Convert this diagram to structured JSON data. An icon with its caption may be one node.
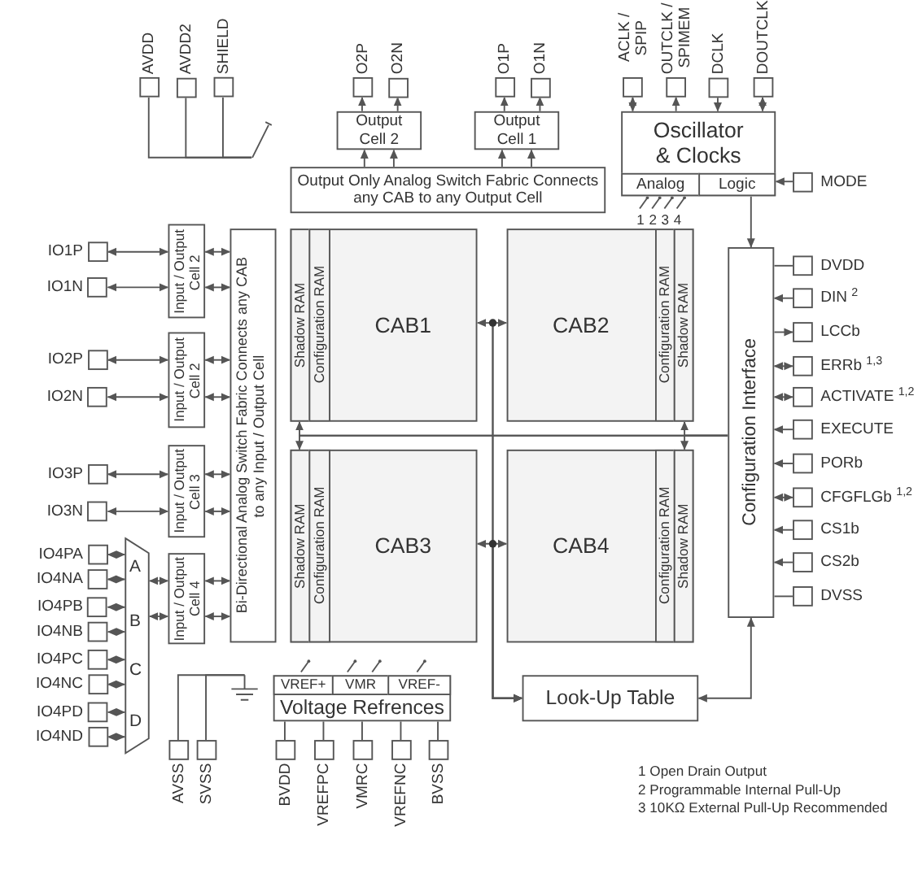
{
  "diagram": {
    "nodes": [
      {
        "text": [
          "AVDD"
        ]
      },
      {
        "text": [
          "AVDD2"
        ]
      },
      {
        "text": [
          "SHIELD"
        ]
      },
      {
        "text": [],
        "shape": "switch"
      },
      {
        "text": [
          "O2P"
        ]
      },
      {
        "text": [
          "O2N"
        ]
      },
      {
        "text": [
          "O1P"
        ]
      },
      {
        "text": [
          "O1N"
        ]
      },
      {
        "text": [
          "ACLK / SPIP"
        ]
      },
      {
        "text": [
          "OUTCLK / SPIMEM"
        ]
      },
      {
        "text": [
          "DCLK"
        ]
      },
      {
        "text": [
          "DOUTCLK"
        ]
      },
      {
        "text": [
          "Output Cell 2"
        ]
      },
      {
        "text": [
          "Output Cell 1"
        ]
      },
      {
        "text": [
          "Oscillator & Clocks"
        ]
      },
      {
        "text": [
          "Analog"
        ],
        "in": 14
      },
      {
        "text": [
          "Logic"
        ],
        "in": 14
      },
      {
        "text": [
          "MODE"
        ]
      },
      {
        "text": [
          "Output Only Analog Switch Fabric Connects any CAB to any Output Cell"
        ]
      },
      {
        "text": [
          "IO1P"
        ]
      },
      {
        "text": [
          "IO1N"
        ]
      },
      {
        "text": [
          "Input / Output Cell 2"
        ]
      },
      {
        "text": [
          "IO2P"
        ]
      },
      {
        "text": [
          "IO2N"
        ]
      },
      {
        "text": [
          "Input / Output Cell 2"
        ]
      },
      {
        "text": [
          "IO3P"
        ]
      },
      {
        "text": [
          "IO3N"
        ]
      },
      {
        "text": [
          "Input / Output Cell 3"
        ]
      },
      {
        "text": [
          "IO4PA"
        ]
      },
      {
        "text": [
          "IO4NA"
        ]
      },
      {
        "text": [
          "IO4PB"
        ]
      },
      {
        "text": [
          "IO4NB"
        ]
      },
      {
        "text": [
          "IO4PC"
        ]
      },
      {
        "text": [
          "IO4NC"
        ]
      },
      {
        "text": [
          "IO4PD"
        ]
      },
      {
        "text": [
          "IO4ND"
        ]
      },
      {
        "text": [
          "A",
          "B",
          "C",
          "D"
        ]
      },
      {
        "text": [
          "Input / Output Cell 4"
        ]
      },
      {
        "text": [
          "Bi-Directional Analog Switch Fabric Connects any CAB to any Input / Output Cell"
        ]
      },
      {
        "text": [
          "CAB1"
        ]
      },
      {
        "text": [
          "Shadow RAM"
        ],
        "in": 39
      },
      {
        "text": [
          "Configuration RAM"
        ],
        "in": 39
      },
      {
        "text": [
          "CAB2"
        ]
      },
      {
        "text": [
          "Configuration RAM"
        ],
        "in": 42
      },
      {
        "text": [
          "Shadow RAM"
        ],
        "in": 42
      },
      {
        "text": [
          "CAB3"
        ]
      },
      {
        "text": [
          "Shadow RAM"
        ],
        "in": 45
      },
      {
        "text": [
          "Configuration RAM"
        ],
        "in": 45
      },
      {
        "text": [
          "CAB4"
        ]
      },
      {
        "text": [
          "Configuration RAM"
        ],
        "in": 48
      },
      {
        "text": [
          "Shadow RAM"
        ],
        "in": 48
      },
      {
        "text": [
          "Configuration Interface"
        ]
      },
      {
        "text": [
          "DVDD"
        ]
      },
      {
        "text": [
          "DIN $^{2}$"
        ]
      },
      {
        "text": [
          "LCCb"
        ]
      },
      {
        "text": [
          "ERRb $^{1,3}$"
        ]
      },
      {
        "text": [
          "ACTIVATE $^{1,2}$"
        ]
      },
      {
        "text": [
          "EXECUTE"
        ]
      },
      {
        "text": [
          "PORb"
        ]
      },
      {
        "text": [
          "CFGFLGb $^{1,2}$"
        ]
      },
      {
        "text": [
          "CS1b"
        ]
      },
      {
        "text": [
          "CS2b"
        ]
      },
      {
        "text": [
          "DVSS"
        ]
      },
      {
        "text": [],
        "shape": "ground"
      },
      {
        "text": [
          "AVSS"
        ]
      },
      {
        "text": [
          "SVSS"
        ]
      },
      {
        "text": [
          "Voltage Refrences"
        ]
      },
      {
        "text": [
          "VREF+"
        ],
        "in": 66
      },
      {
        "text": [
          "VMR"
        ],
        "in": 66
      },
      {
        "text": [
          "VREF-"
        ],
        "in": 66
      },
      {
        "text": [
          "BVDD"
        ]
      },
      {
        "text": [
          "VREFPC"
        ]
      },
      {
        "text": [
          "VMRC"
        ]
      },
      {
        "text": [
          "VREFNC"
        ]
      },
      {
        "text": [
          "BVSS"
        ]
      },
      {
        "text": [
          "Look-Up Table"
        ]
      }
    ],
    "edges": [
      {
        "from": 0,
        "to": 3,
        "arrow": "none"
      },
      {
        "from": 1,
        "to": 3,
        "arrow": "none"
      },
      {
        "from": 2,
        "to": 3,
        "arrow": "none"
      },
      {
        "from": 12,
        "to": 4,
        "arrow": "to"
      },
      {
        "from": 12,
        "to": 5,
        "arrow": "to"
      },
      {
        "from": 13,
        "to": 6,
        "arrow": "to"
      },
      {
        "from": 13,
        "to": 7,
        "arrow": "to"
      },
      {
        "from": 18,
        "to": 12,
        "arrow": "to"
      },
      {
        "from": 18,
        "to": 12,
        "arrow": "to"
      },
      {
        "from": 18,
        "to": 13,
        "arrow": "to"
      },
      {
        "from": 18,
        "to": 13,
        "arrow": "to"
      },
      {
        "from": 8,
        "to": 14,
        "arrow": "both"
      },
      {
        "from": 14,
        "to": 9,
        "arrow": "to"
      },
      {
        "from": 10,
        "to": 14,
        "arrow": "to"
      },
      {
        "from": 11,
        "to": 14,
        "arrow": "both"
      },
      {
        "from": 17,
        "to": 16,
        "arrow": "to"
      },
      {
        "from": 16,
        "to": 51,
        "arrow": "to"
      },
      {
        "from": 19,
        "to": 21,
        "arrow": "both"
      },
      {
        "from": 20,
        "to": 21,
        "arrow": "both"
      },
      {
        "from": 21,
        "to": 38,
        "arrow": "both"
      },
      {
        "from": 21,
        "to": 38,
        "arrow": "both"
      },
      {
        "from": 22,
        "to": 24,
        "arrow": "both"
      },
      {
        "from": 23,
        "to": 24,
        "arrow": "both"
      },
      {
        "from": 24,
        "to": 38,
        "arrow": "both"
      },
      {
        "from": 24,
        "to": 38,
        "arrow": "both"
      },
      {
        "from": 25,
        "to": 27,
        "arrow": "both"
      },
      {
        "from": 26,
        "to": 27,
        "arrow": "both"
      },
      {
        "from": 27,
        "to": 38,
        "arrow": "both"
      },
      {
        "from": 27,
        "to": 38,
        "arrow": "both"
      },
      {
        "from": 28,
        "to": 36,
        "arrow": "both"
      },
      {
        "from": 29,
        "to": 36,
        "arrow": "both"
      },
      {
        "from": 30,
        "to": 36,
        "arrow": "both"
      },
      {
        "from": 31,
        "to": 36,
        "arrow": "both"
      },
      {
        "from": 32,
        "to": 36,
        "arrow": "both"
      },
      {
        "from": 33,
        "to": 36,
        "arrow": "both"
      },
      {
        "from": 34,
        "to": 36,
        "arrow": "both"
      },
      {
        "from": 35,
        "to": 36,
        "arrow": "both"
      },
      {
        "from": 36,
        "to": 37,
        "arrow": "both"
      },
      {
        "from": 36,
        "to": 37,
        "arrow": "both"
      },
      {
        "from": 37,
        "to": 38,
        "arrow": "both"
      },
      {
        "from": 37,
        "to": 38,
        "arrow": "both"
      },
      {
        "from": 39,
        "to": 75,
        "arrow": "both"
      },
      {
        "from": 42,
        "to": 75,
        "arrow": "both"
      },
      {
        "from": 45,
        "to": 75,
        "arrow": "both"
      },
      {
        "from": 48,
        "to": 75,
        "arrow": "both"
      },
      {
        "from": 51,
        "to": 40,
        "arrow": "to"
      },
      {
        "from": 51,
        "to": 44,
        "arrow": "to"
      },
      {
        "from": 51,
        "to": 46,
        "arrow": "to"
      },
      {
        "from": 51,
        "to": 50,
        "arrow": "to"
      },
      {
        "from": 75,
        "to": 51,
        "arrow": "both"
      },
      {
        "from": 52,
        "to": 51,
        "arrow": "none"
      },
      {
        "from": 53,
        "to": 51,
        "arrow": "to"
      },
      {
        "from": 51,
        "to": 54,
        "arrow": "to"
      },
      {
        "from": 51,
        "to": 55,
        "arrow": "both"
      },
      {
        "from": 51,
        "to": 56,
        "arrow": "both"
      },
      {
        "from": 57,
        "to": 51,
        "arrow": "to"
      },
      {
        "from": 58,
        "to": 51,
        "arrow": "to"
      },
      {
        "from": 51,
        "to": 59,
        "arrow": "both"
      },
      {
        "from": 60,
        "to": 51,
        "arrow": "to"
      },
      {
        "from": 61,
        "to": 51,
        "arrow": "to"
      },
      {
        "from": 62,
        "to": 51,
        "arrow": "none"
      },
      {
        "from": 64,
        "to": 63,
        "arrow": "none"
      },
      {
        "from": 65,
        "to": 63,
        "arrow": "none"
      },
      {
        "from": 70,
        "to": 66,
        "arrow": "none"
      },
      {
        "from": 71,
        "to": 66,
        "arrow": "none"
      },
      {
        "from": 72,
        "to": 66,
        "arrow": "none"
      },
      {
        "from": 73,
        "to": 66,
        "arrow": "none"
      },
      {
        "from": 74,
        "to": 66,
        "arrow": "none"
      }
    ],
    "labels": [
      "1",
      "2",
      "3",
      "4",
      "1 Open Drain Output",
      "2 Programmable Internal Pull-Up",
      "3 10KΩ External Pull-Up Recommended"
    ]
  }
}
